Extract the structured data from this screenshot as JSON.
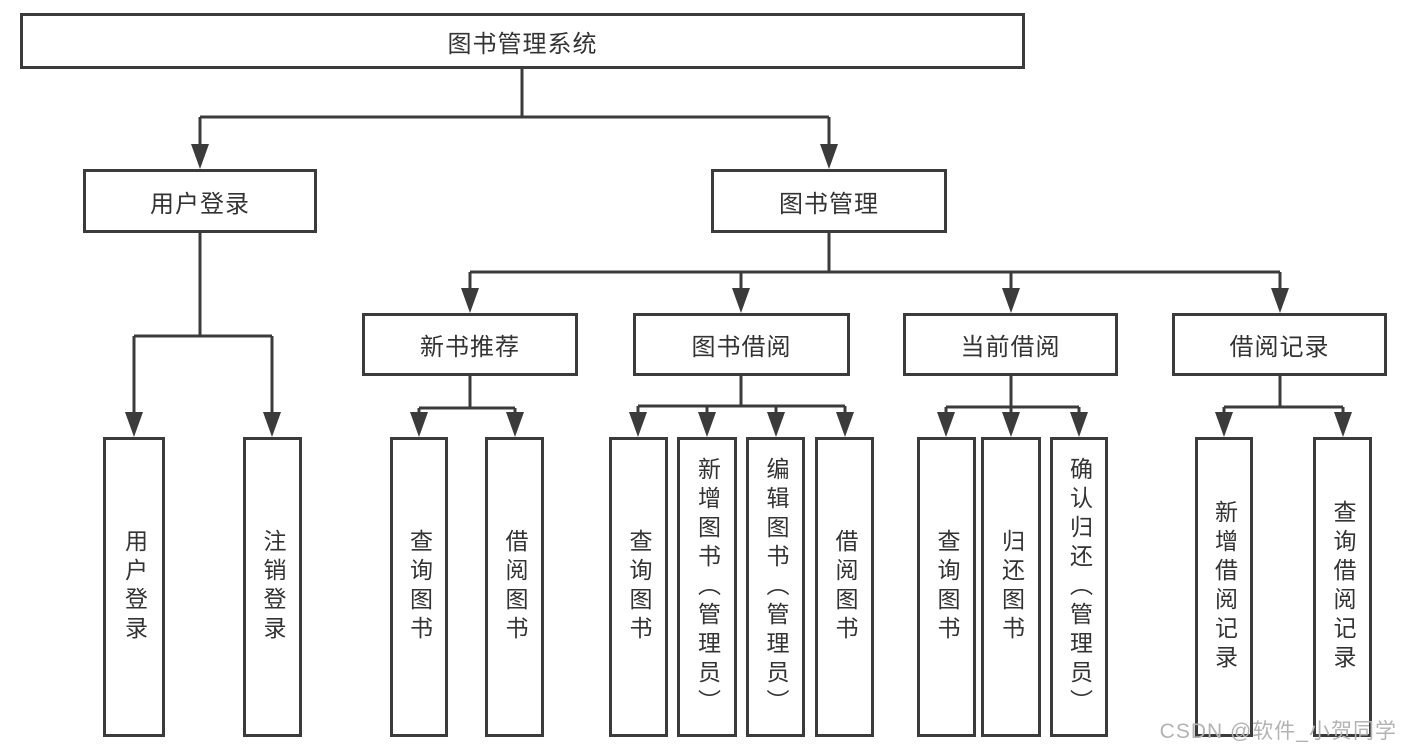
{
  "nodes": {
    "root": "图书管理系统",
    "user_login": "用户登录",
    "book_management": "图书管理",
    "new_book_recommend": "新书推荐",
    "book_borrowing": "图书借阅",
    "current_borrowing": "当前借阅",
    "borrowing_records": "借阅记录",
    "l_user_login": "用户登录",
    "l_logout": "注销登录",
    "l_query_book_1": "查询图书",
    "l_borrow_book_1": "借阅图书",
    "l_query_book_2": "查询图书",
    "l_add_book_admin": "新增图书（管理员）",
    "l_edit_book_admin": "编辑图书（管理员）",
    "l_borrow_book_2": "借阅图书",
    "l_query_book_3": "查询图书",
    "l_return_book": "归还图书",
    "l_confirm_return_admin": "确认归还（管理员）",
    "l_add_borrow_record": "新增借阅记录",
    "l_query_borrow_record": "查询借阅记录"
  },
  "watermark": {
    "text": "CSDN @软件_小贺同学"
  },
  "colors": {
    "line": "#3b3b3b",
    "text": "#333333",
    "watermark": "#b3b3b3",
    "background": "#ffffff"
  }
}
